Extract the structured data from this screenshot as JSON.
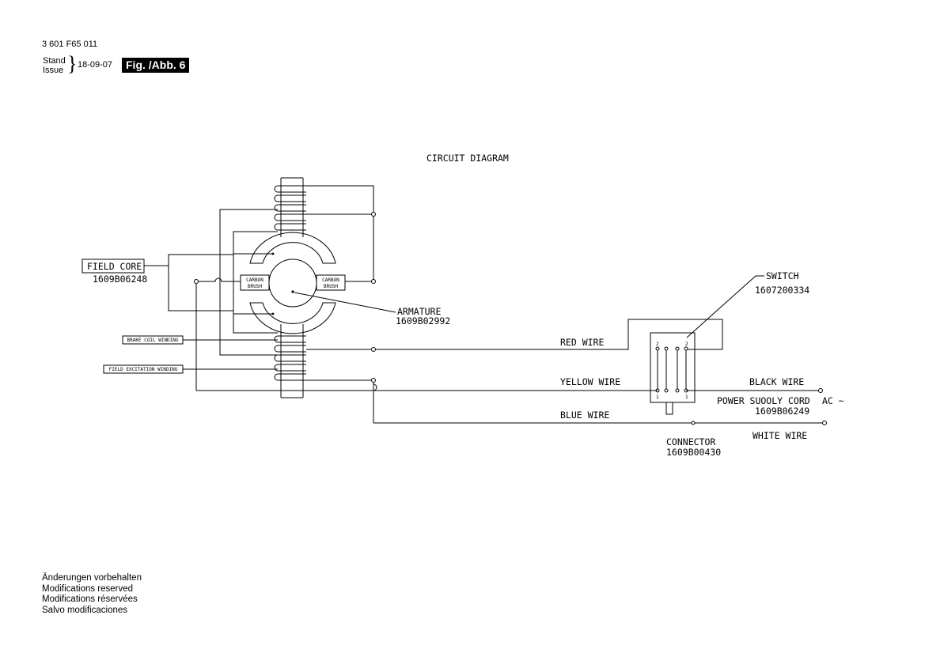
{
  "header": {
    "part_number": "3 601 F65 011",
    "stand_label": "Stand",
    "issue_label": "Issue",
    "date": "18-09-07",
    "figure_label": "Fig. /Abb. 6"
  },
  "diagram": {
    "title": "CIRCUIT DIAGRAM",
    "field_core": {
      "label": "FIELD CORE",
      "number": "1609B06248"
    },
    "carbon_brush_label": [
      "CARBON",
      "BRUSH"
    ],
    "armature": {
      "label": "ARMATURE",
      "number": "1609B02992"
    },
    "brake_coil_label": "BRAKE COIL WINDING",
    "field_excitation_label": "FIELD EXCITATION WINDING",
    "switch": {
      "label": "SWITCH",
      "number": "1607200334"
    },
    "red_wire": "RED WIRE",
    "yellow_wire": "YELLOW WIRE",
    "blue_wire": "BLUE WIRE",
    "black_wire": "BLACK WIRE",
    "white_wire": "WHITE WIRE",
    "power_cord": {
      "label": "POWER SUOOLY CORD",
      "number": "1609B06249"
    },
    "ac_label": "AC ~",
    "connector": {
      "label": "CONNECTOR",
      "number": "1609B00430"
    },
    "switch_terminals": [
      "2",
      "2",
      "1",
      "1"
    ]
  },
  "footer": {
    "notes": [
      "Änderungen vorbehalten",
      "Modifications reserved",
      "Modifications réservées",
      "Salvo modificaciones"
    ]
  }
}
